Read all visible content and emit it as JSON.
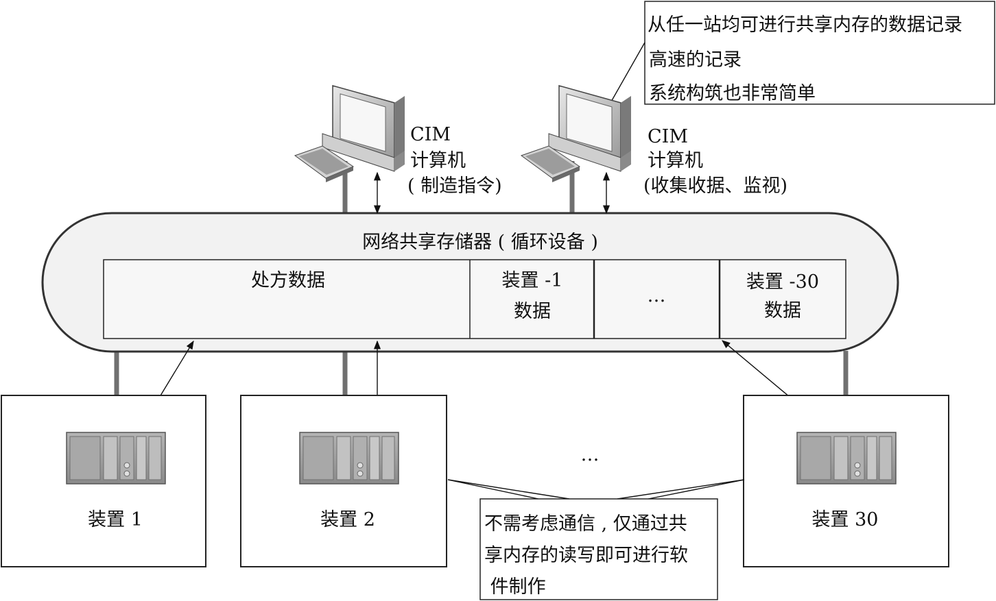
{
  "callout_top": {
    "lines": [
      "从任一站均可进行共享内存的数据记录",
      "高速的记录",
      "系统构筑也非常简单"
    ]
  },
  "computer_left": {
    "name": "CIM",
    "type": "计算机",
    "role": "( 制造指令)"
  },
  "computer_right": {
    "name": "CIM",
    "type": "计算机",
    "role": "(收集收据、监视)"
  },
  "shared_memory": {
    "title": "网络共享存储器 ( 循环设备 )",
    "cells": [
      {
        "lines": [
          "处方数据"
        ]
      },
      {
        "lines": [
          "装置 -1",
          "数据"
        ]
      },
      {
        "lines": [
          "…"
        ]
      },
      {
        "lines": [
          "装置 -30",
          "数据"
        ]
      }
    ]
  },
  "devices": [
    {
      "label": "装置 1"
    },
    {
      "label": "装置 2"
    },
    {
      "label": "装置 30"
    }
  ],
  "device_ellipsis": "…",
  "callout_bottom": {
    "lines": [
      "不需考虑通信 , 仅通过共",
      "享内存的读写即可进行软",
      " 件制作"
    ]
  },
  "colors": {
    "memory_fill": "#f2f2f2",
    "connector": "#707070",
    "plc_body": "#9a9a9a"
  }
}
